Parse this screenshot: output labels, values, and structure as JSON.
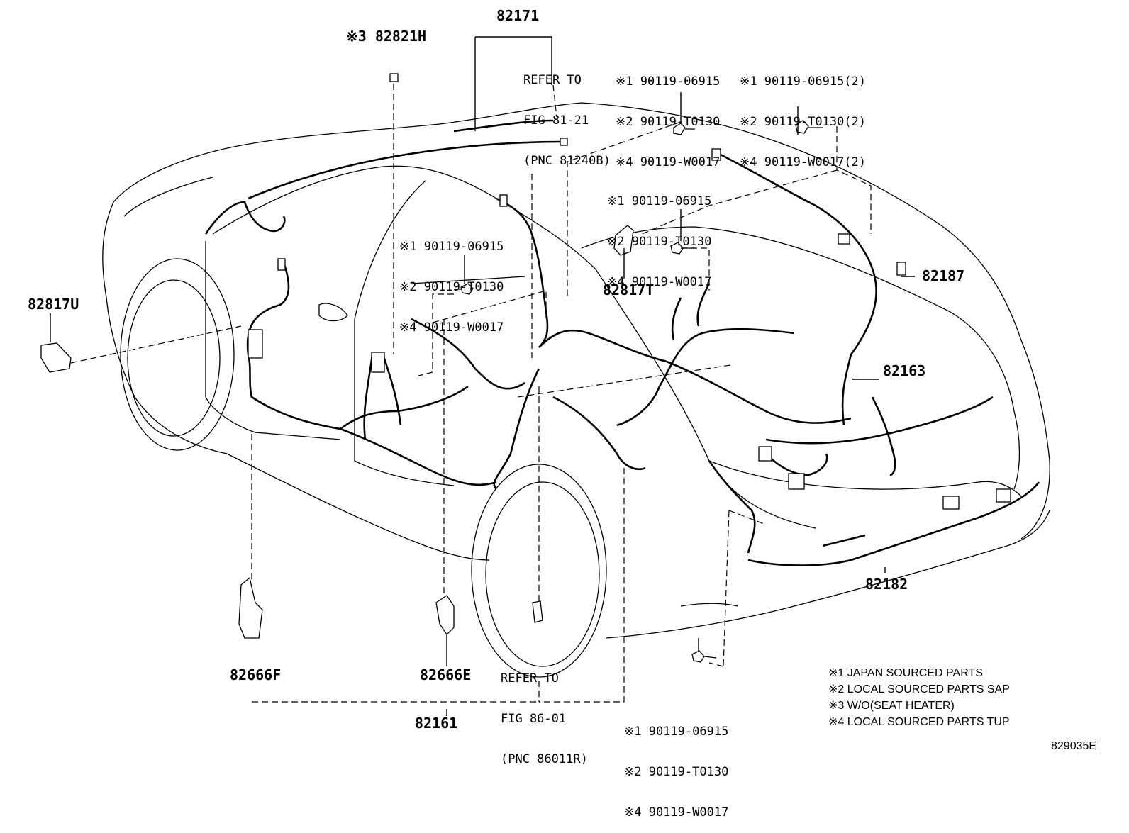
{
  "diagram": {
    "parts": {
      "p82171": "82171",
      "p82821H": "※3 82821H",
      "p82817U": "82817U",
      "p82817T": "82817T",
      "p82187": "82187",
      "p82163": "82163",
      "p82182": "82182",
      "p82666F": "82666F",
      "p82666E": "82666E",
      "p82161": "82161"
    },
    "refer_fig_81_21": [
      "REFER TO",
      "FIG 81-21",
      "(PNC 81240B)"
    ],
    "refer_fig_86_01": [
      "REFER TO",
      "FIG 86-01",
      "(PNC 86011R)"
    ],
    "bolt_group_top_center": [
      "※1 90119-06915",
      "※2 90119-T0130",
      "※4 90119-W0017"
    ],
    "bolt_group_top_right": [
      "※1 90119-06915(2)",
      "※2 90119-T0130(2)",
      "※4 90119-W0017(2)"
    ],
    "bolt_group_middle": [
      "※1 90119-06915",
      "※2 90119-T0130",
      "※4 90119-W0017"
    ],
    "bolt_group_left": [
      "※1 90119-06915",
      "※2 90119-T0130",
      "※4 90119-W0017"
    ],
    "bolt_group_bottom": [
      "※1 90119-06915",
      "※2 90119-T0130",
      "※4 90119-W0017"
    ]
  },
  "legend": [
    "※1 JAPAN SOURCED PARTS",
    "※2 LOCAL SOURCED PARTS SAP",
    "※3 W/O(SEAT HEATER)",
    "※4 LOCAL SOURCED PARTS TUP"
  ],
  "figure_code": "829035E"
}
